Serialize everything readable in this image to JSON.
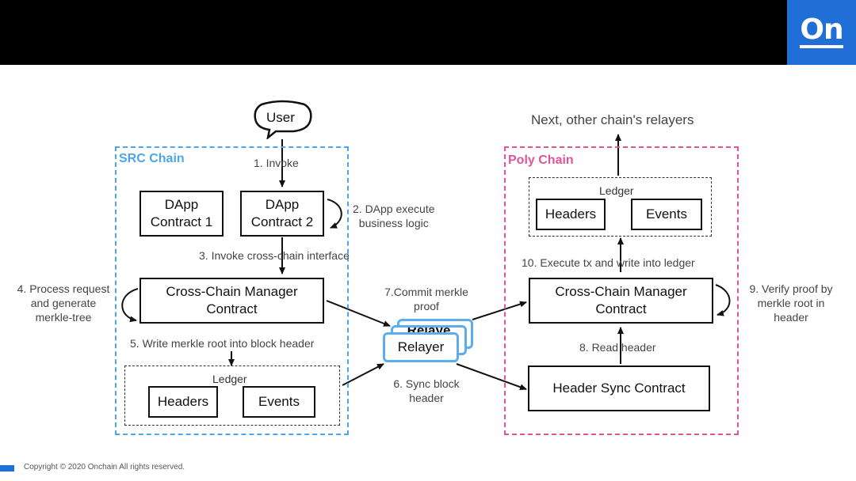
{
  "brand": {
    "logo_text": "On",
    "copyright": "Copyright © 2020 Onchain  All rights reserved."
  },
  "colors": {
    "src_border": "#4da6ea",
    "poly_border": "#e0559a",
    "relayer_border": "#5aaef0",
    "logo_bg": "#1f6fd6"
  },
  "user": {
    "label": "User"
  },
  "src_chain": {
    "title": "SRC Chain",
    "dapp1": {
      "line1": "DApp",
      "line2": "Contract 1"
    },
    "dapp2": {
      "line1": "DApp",
      "line2": "Contract 2"
    },
    "ccm": {
      "line1": "Cross-Chain Manager",
      "line2": "Contract"
    },
    "ledger": {
      "title": "Ledger",
      "headers": "Headers",
      "events": "Events"
    }
  },
  "poly_chain": {
    "title": "Poly Chain",
    "ledger": {
      "title": "Ledger",
      "headers": "Headers",
      "events": "Events"
    },
    "ccm": {
      "line1": "Cross-Chain Manager",
      "line2": "Contract"
    },
    "header_sync": "Header Sync Contract"
  },
  "relayer": {
    "label": "Relayer",
    "back_label": "Relaye"
  },
  "steps": {
    "s1": "1. Invoke",
    "s2": [
      "2. DApp execute",
      "business logic"
    ],
    "s3": "3. Invoke cross-chain interface",
    "s4": [
      "4. Process request",
      "and generate",
      "merkle-tree"
    ],
    "s5": "5. Write merkle root into block header",
    "s6": [
      "6. Sync block",
      "header"
    ],
    "s7": [
      "7.Commit merkle",
      "proof"
    ],
    "s8": "8. Read header",
    "s9": [
      "9. Verify proof  by",
      "merkle root in",
      "header"
    ],
    "s10": "10. Execute tx and write into ledger"
  },
  "next_relayers": "Next, other chain's relayers"
}
